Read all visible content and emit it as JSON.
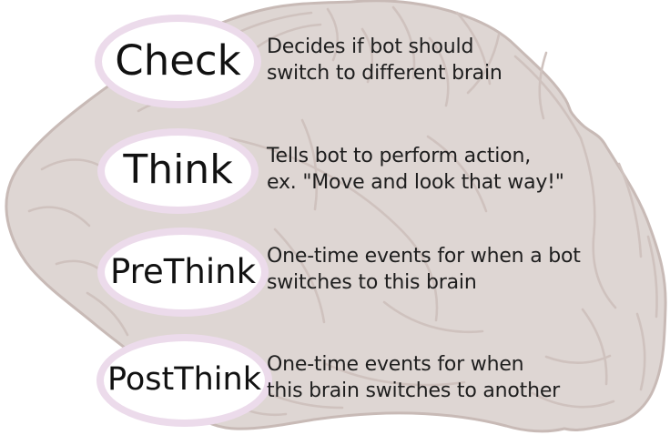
{
  "figure": {
    "type": "brain-diagram",
    "background": "#ffffff",
    "brain": {
      "name": "brain-side-view-illustration",
      "fill": "#ded6d3",
      "sulci_color": "#cfc2be",
      "outline_color": "#c8bab6"
    },
    "node_style": {
      "fill": "#ffffff",
      "ring_color": "#ecdbeb",
      "label_color": "#111111",
      "description_color": "#1e1e1e"
    },
    "nodes": [
      {
        "label": "Check",
        "description_lines": [
          "Decides if bot should",
          "switch to different brain"
        ]
      },
      {
        "label": "Think",
        "description_lines": [
          "Tells bot to perform action,",
          "ex. \"Move and look that way!\""
        ]
      },
      {
        "label": "PreThink",
        "description_lines": [
          "One-time events for when a bot",
          "switches to this brain"
        ]
      },
      {
        "label": "PostThink",
        "description_lines": [
          "One-time events for when",
          "this brain switches to another"
        ]
      }
    ]
  }
}
